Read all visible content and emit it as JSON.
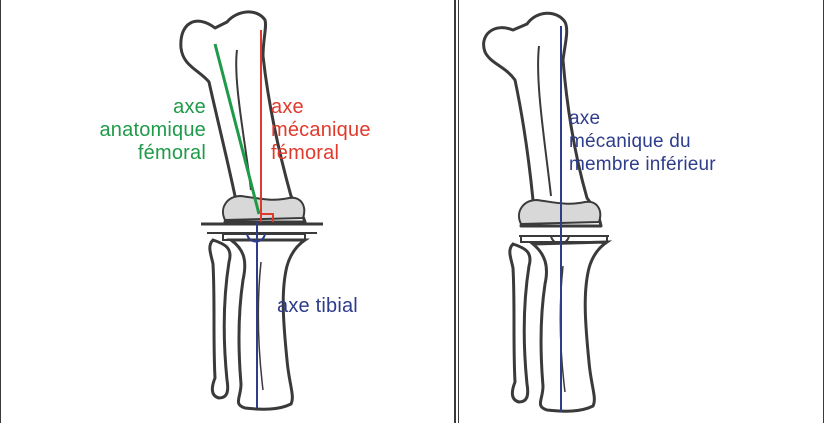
{
  "left_panel": {
    "anatomical_femoral_axis_label": [
      "axe",
      "anatomique",
      "fémoral"
    ],
    "mechanical_femoral_axis_label": [
      "axe",
      "mécanique",
      "fémoral"
    ],
    "tibial_axis_label": "axe tibial"
  },
  "right_panel": {
    "lower_limb_mechanical_axis_label": [
      "axe",
      "mécanique du",
      "membre inférieur"
    ]
  },
  "colors": {
    "anatomical_axis": "#1f9a48",
    "mechanical_femoral_axis": "#e03a2c",
    "tibial_axis": "#2e3c8c",
    "bone_outline": "#3a3a3a",
    "joint_fill": "#d8d8d8"
  }
}
